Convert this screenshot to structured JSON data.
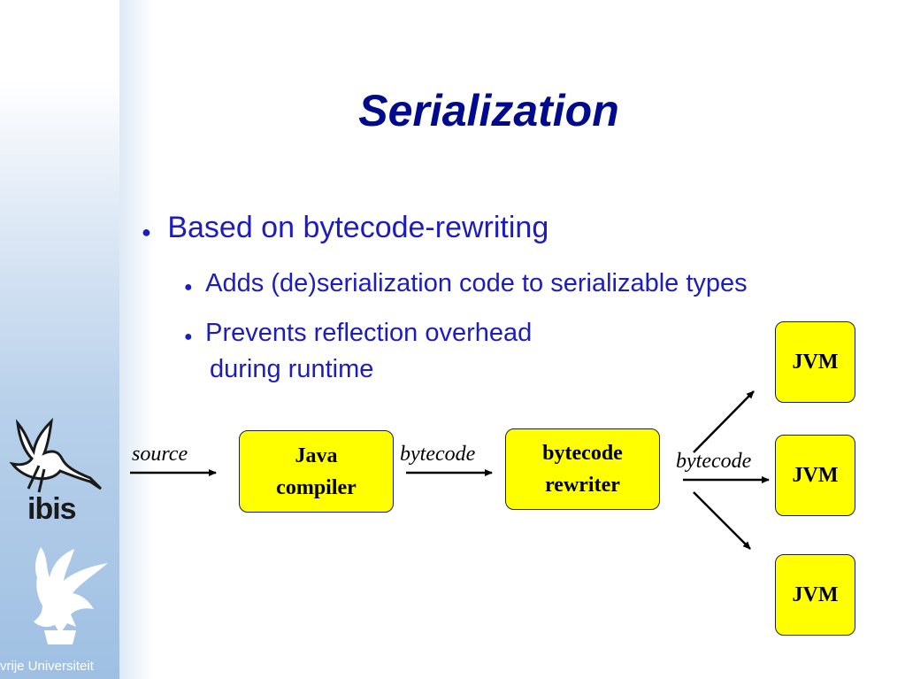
{
  "slide": {
    "title": "Serialization",
    "bullets": [
      {
        "text": "Based on bytecode-rewriting",
        "sub": [
          {
            "text": "Adds (de)serialization code to serializable types"
          },
          {
            "line1": "Prevents reflection overhead",
            "line2": "during runtime"
          }
        ]
      }
    ],
    "bullet_glyph": "●"
  },
  "diagram": {
    "labels": {
      "source": "source",
      "bytecode_1": "bytecode",
      "bytecode_2": "bytecode"
    },
    "boxes": {
      "compiler": {
        "line1": "Java",
        "line2": "compiler"
      },
      "rewriter": {
        "line1": "bytecode",
        "line2": "rewriter"
      },
      "jvm_top": "JVM",
      "jvm_middle": "JVM",
      "jvm_bottom": "JVM"
    },
    "colors": {
      "box_fill": "#ffff00",
      "title": "#000a8c",
      "bullet_text": "#1c1cbf"
    }
  },
  "logos": {
    "ibis": {
      "icon": "ibis-bird-icon",
      "text": "ibis"
    },
    "vu": {
      "icon": "griffin-icon",
      "text": "vrije Universiteit"
    }
  }
}
